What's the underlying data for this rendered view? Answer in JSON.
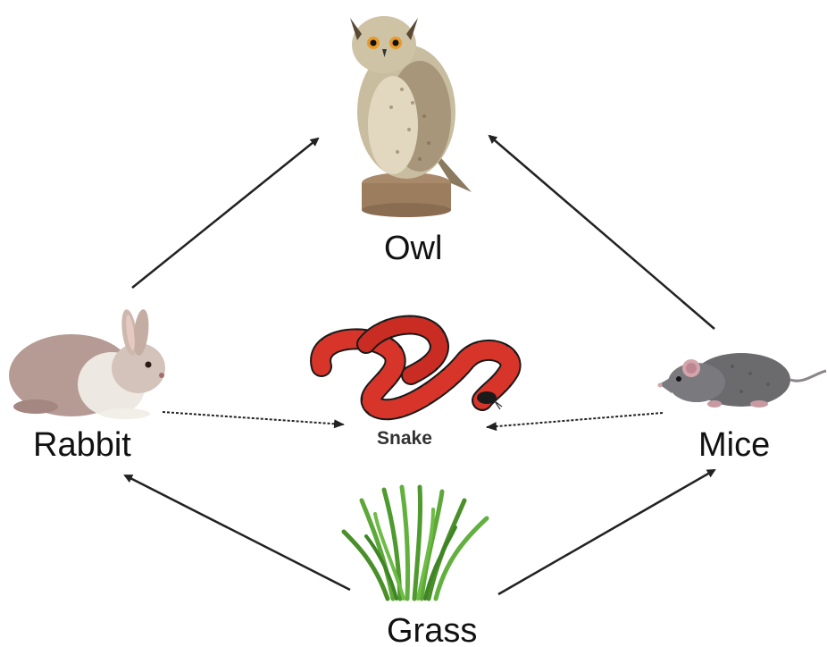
{
  "organisms": {
    "owl": {
      "label": "Owl",
      "icon": "owl-icon"
    },
    "rabbit": {
      "label": "Rabbit",
      "icon": "rabbit-icon"
    },
    "snake": {
      "label": "Snake",
      "icon": "snake-icon"
    },
    "mice": {
      "label": "Mice",
      "icon": "mouse-icon"
    },
    "grass": {
      "label": "Grass",
      "icon": "grass-icon"
    }
  },
  "links": [
    {
      "from": "rabbit",
      "to": "owl"
    },
    {
      "from": "mice",
      "to": "owl"
    },
    {
      "from": "rabbit",
      "to": "snake"
    },
    {
      "from": "mice",
      "to": "snake"
    },
    {
      "from": "grass",
      "to": "rabbit"
    },
    {
      "from": "grass",
      "to": "mice"
    }
  ],
  "colors": {
    "arrow": "#222222",
    "snake_red": "#d8352a",
    "snake_black": "#1a1a1a",
    "grass_green": "#4f9a2e"
  }
}
